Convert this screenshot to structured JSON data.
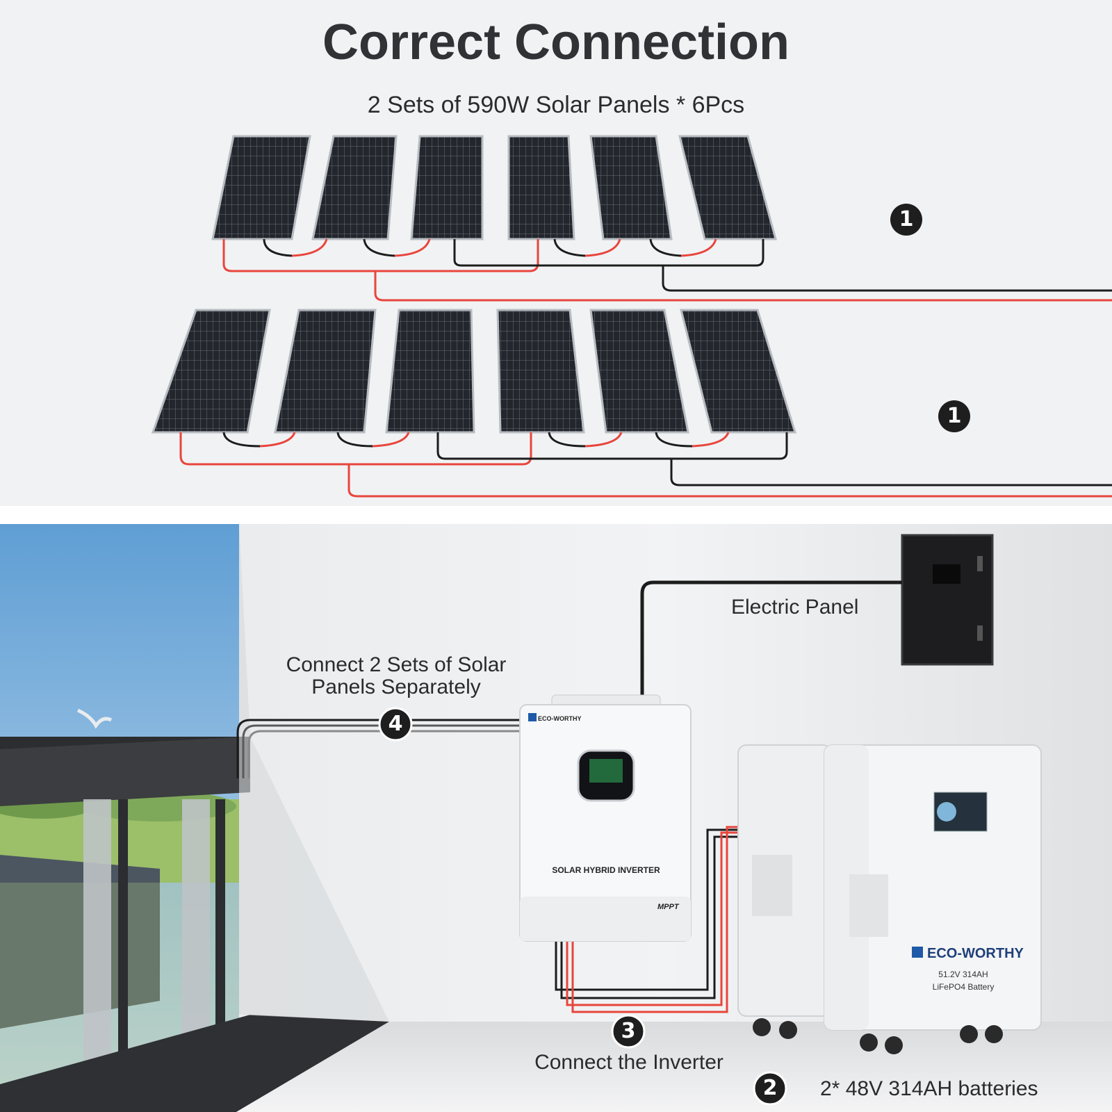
{
  "header": {
    "title": "Correct Connection",
    "subtitle": "2 Sets of 590W Solar Panels * 6Pcs"
  },
  "badges": {
    "one": "1",
    "two": "2",
    "three": "3",
    "four": "4"
  },
  "labels": {
    "electric_panel": "Electric Panel",
    "connect_solar_line1": "Connect 2 Sets of Solar",
    "connect_solar_line2": "Panels Separately",
    "connect_inverter": "Connect the Inverter",
    "batteries": "2* 48V 314AH batteries"
  },
  "inverter": {
    "brand": "ECO-WORTHY",
    "name": "SOLAR HYBRID INVERTER",
    "mppt": "MPPT"
  },
  "battery": {
    "brand": "ECO-WORTHY",
    "spec_line1": "51.2V 314AH",
    "spec_line2": "LiFePO4 Battery"
  },
  "colors": {
    "positive_wire": "#e8453c",
    "negative_wire": "#1c1c1c",
    "panel_cell": "#1f2328",
    "badge": "#1e1e1e"
  }
}
